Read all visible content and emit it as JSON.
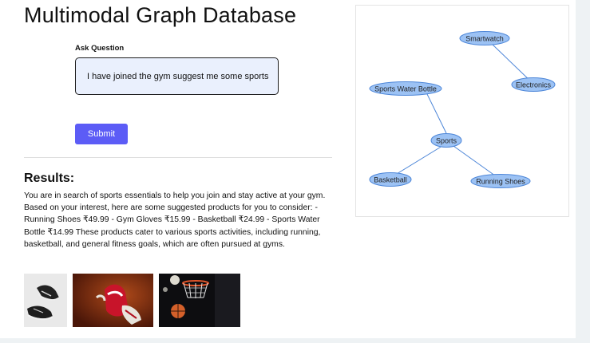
{
  "page": {
    "title": "Multimodal Graph Database"
  },
  "form": {
    "ask_label": "Ask Question",
    "question_value": "I have joined the gym suggest me some sports",
    "submit_label": "Submit"
  },
  "results": {
    "heading": "Results:",
    "text": "You are in search of sports essentials to help you join and stay active at your gym. Based on your interest, here are some suggested products for you to consider: - Running Shoes ₹49.99 - Gym Gloves ₹15.99 - Basketball ₹24.99 - Sports Water Bottle ₹14.99 These products cater to various sports activities, including running, basketball, and general fitness goals, which are often pursued at gyms.",
    "images": [
      {
        "icon": "running-shoes-image"
      },
      {
        "icon": "gym-gloves-image"
      },
      {
        "icon": "basketball-hoop-image"
      }
    ]
  },
  "graph": {
    "nodes": {
      "smartwatch": "Smartwatch",
      "electronics": "Electronics",
      "water_bottle": "Sports Water Bottle",
      "sports": "Sports",
      "basketball": "Basketball",
      "running_shoes": "Running Shoes"
    },
    "colors": {
      "node_fill": "#9cc2f4",
      "node_stroke": "#4d86d8",
      "edge": "#4d86d8"
    }
  },
  "theme": {
    "accent": "#5c5cf6",
    "input_bg": "#eaf0fd"
  }
}
